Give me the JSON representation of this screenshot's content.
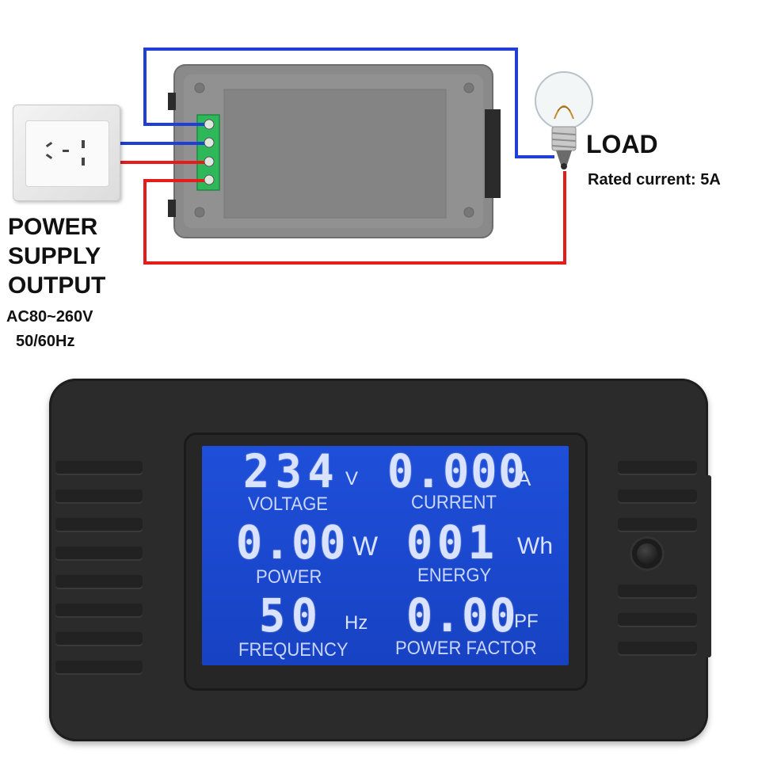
{
  "diagram": {
    "supply": {
      "line1": "POWER",
      "line2": "SUPPLY",
      "line3": "OUTPUT",
      "voltage": "AC80~260V",
      "frequency": "50/60Hz"
    },
    "load": {
      "title": "LOAD",
      "rated": "Rated current:  5A"
    },
    "wire_colors": {
      "neutral": "#1f3fd6",
      "live": "#e41c1c"
    },
    "terminal_color": "#2fb85a"
  },
  "meter": {
    "voltage": {
      "value": "234",
      "unit": "V",
      "label": "VOLTAGE"
    },
    "current": {
      "value": "0.000",
      "unit": "A",
      "label": "CURRENT"
    },
    "power": {
      "value": "0.00",
      "unit": "W",
      "label": "POWER"
    },
    "energy": {
      "value": "001",
      "unit": "Wh",
      "label": "ENERGY"
    },
    "frequency": {
      "value": "50",
      "unit": "Hz",
      "label": "FREQUENCY"
    },
    "power_factor": {
      "value": "0.00",
      "unit": "PF",
      "label": "POWER FACTOR"
    },
    "lcd_color": "#1f4fd9"
  }
}
